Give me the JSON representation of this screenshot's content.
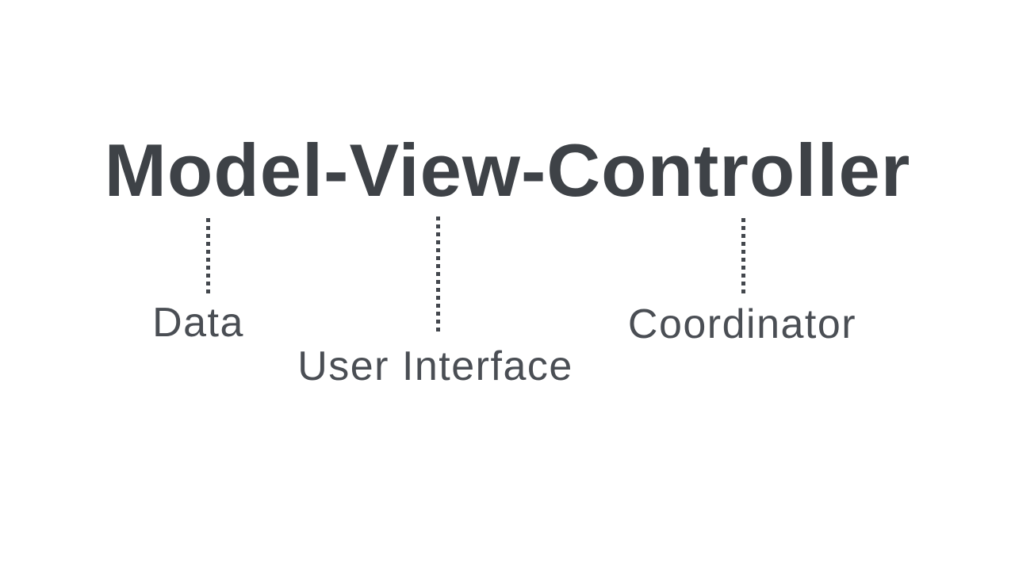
{
  "page": {
    "background_color": "#ffffff",
    "title_color": "#3e4247",
    "label_color": "#4a4e54",
    "connector_color": "#43474d",
    "connector_style": "vertical-square-dotted"
  },
  "diagram": {
    "title": "Model-View-Controller",
    "mappings": [
      {
        "term": "Model",
        "label": "Data"
      },
      {
        "term": "View",
        "label": "User Interface"
      },
      {
        "term": "Controller",
        "label": "Coordinator"
      }
    ]
  }
}
